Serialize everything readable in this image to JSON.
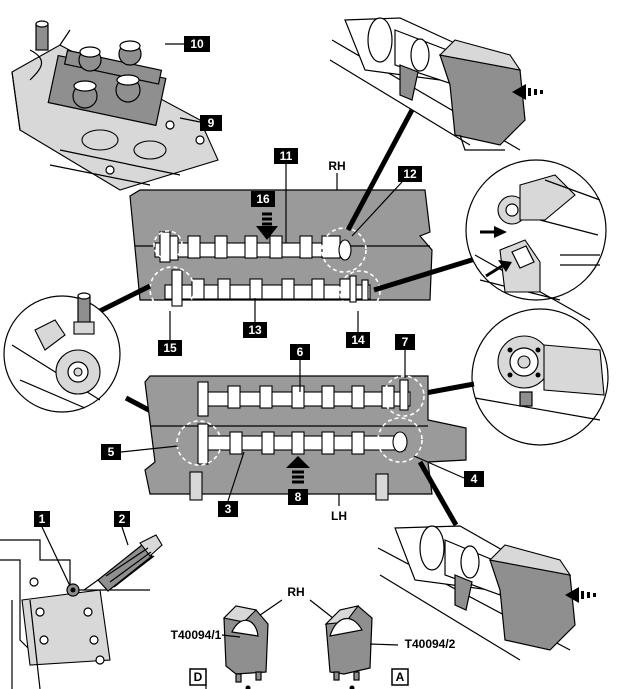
{
  "callouts": {
    "c1": "1",
    "c2": "2",
    "c3": "3",
    "c4": "4",
    "c5": "5",
    "c6": "6",
    "c7": "7",
    "c8": "8",
    "c9": "9",
    "c10": "10",
    "c11": "11",
    "c12": "12",
    "c13": "13",
    "c14": "14",
    "c15": "15",
    "c16": "16"
  },
  "labels": {
    "rh_top": "RH",
    "lh": "LH",
    "rh_tools": "RH",
    "tool_left": "T40094/1",
    "tool_right": "T40094/2",
    "ref_d": "D",
    "ref_a": "A"
  },
  "colors": {
    "cylinder_head": "#9a9a9a",
    "tool_body": "#8f8f8f",
    "callout_box": "#000000"
  }
}
